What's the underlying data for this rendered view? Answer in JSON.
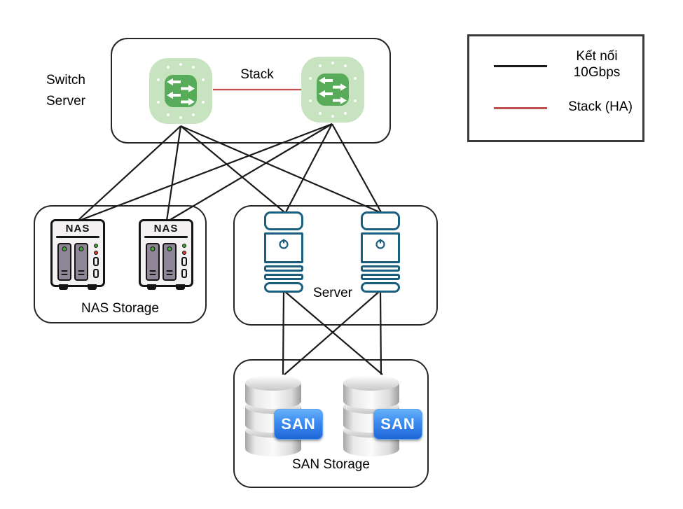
{
  "labels": {
    "switch_group_line1": "Switch",
    "switch_group_line2": "Server",
    "stack": "Stack",
    "nas_group": "NAS Storage",
    "nas_device": "NAS",
    "server_group": "Server",
    "san_group": "SAN Storage",
    "san_badge": "SAN"
  },
  "legend": {
    "items": [
      {
        "lines": [
          "Kết nối",
          "10Gbps"
        ],
        "color": "#262626"
      },
      {
        "lines": [
          "Stack (HA)"
        ],
        "color": "#c0504d"
      }
    ]
  },
  "colors": {
    "link": "#1a1a1a",
    "stack": "#c0504d",
    "box_border": "#262626",
    "switch_outer": "#c7e3c0",
    "switch_inner": "#58ab58",
    "server_outline": "#1b5f7e",
    "san_badge_top": "#66b1f8",
    "san_badge_bottom": "#1e66d6"
  },
  "connections": {
    "link_10g": [
      [
        258,
        180,
        111,
        315
      ],
      [
        258,
        180,
        238,
        315
      ],
      [
        258,
        180,
        406,
        303
      ],
      [
        258,
        180,
        542,
        303
      ],
      [
        474,
        177,
        113,
        315
      ],
      [
        474,
        177,
        241,
        315
      ],
      [
        474,
        177,
        408,
        303
      ],
      [
        474,
        177,
        544,
        303
      ],
      [
        405,
        415,
        404,
        535
      ],
      [
        405,
        415,
        546,
        535
      ],
      [
        543,
        415,
        544,
        535
      ],
      [
        543,
        415,
        406,
        535
      ]
    ],
    "stack": [
      [
        304,
        128,
        430,
        128
      ]
    ]
  }
}
